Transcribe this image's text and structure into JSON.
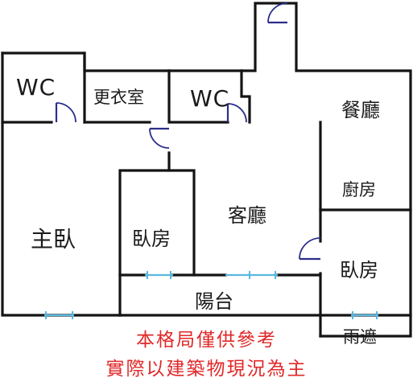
{
  "rooms": {
    "wc_master": "WC",
    "dressing": "更衣室",
    "wc_second": "WC",
    "dining": "餐廳",
    "kitchen": "廚房",
    "master_bedroom": "主臥",
    "bedroom_middle": "臥房",
    "living": "客廳",
    "bedroom_right": "臥房",
    "balcony": "陽台",
    "canopy": "雨遮"
  },
  "disclaimer": {
    "line1": "本格局僅供參考",
    "line2": "實際以建築物現況為主"
  },
  "colors": {
    "wall": "#141414",
    "door": "#2a2f8a",
    "window": "#58b8df",
    "disclaimer": "#e02828"
  }
}
